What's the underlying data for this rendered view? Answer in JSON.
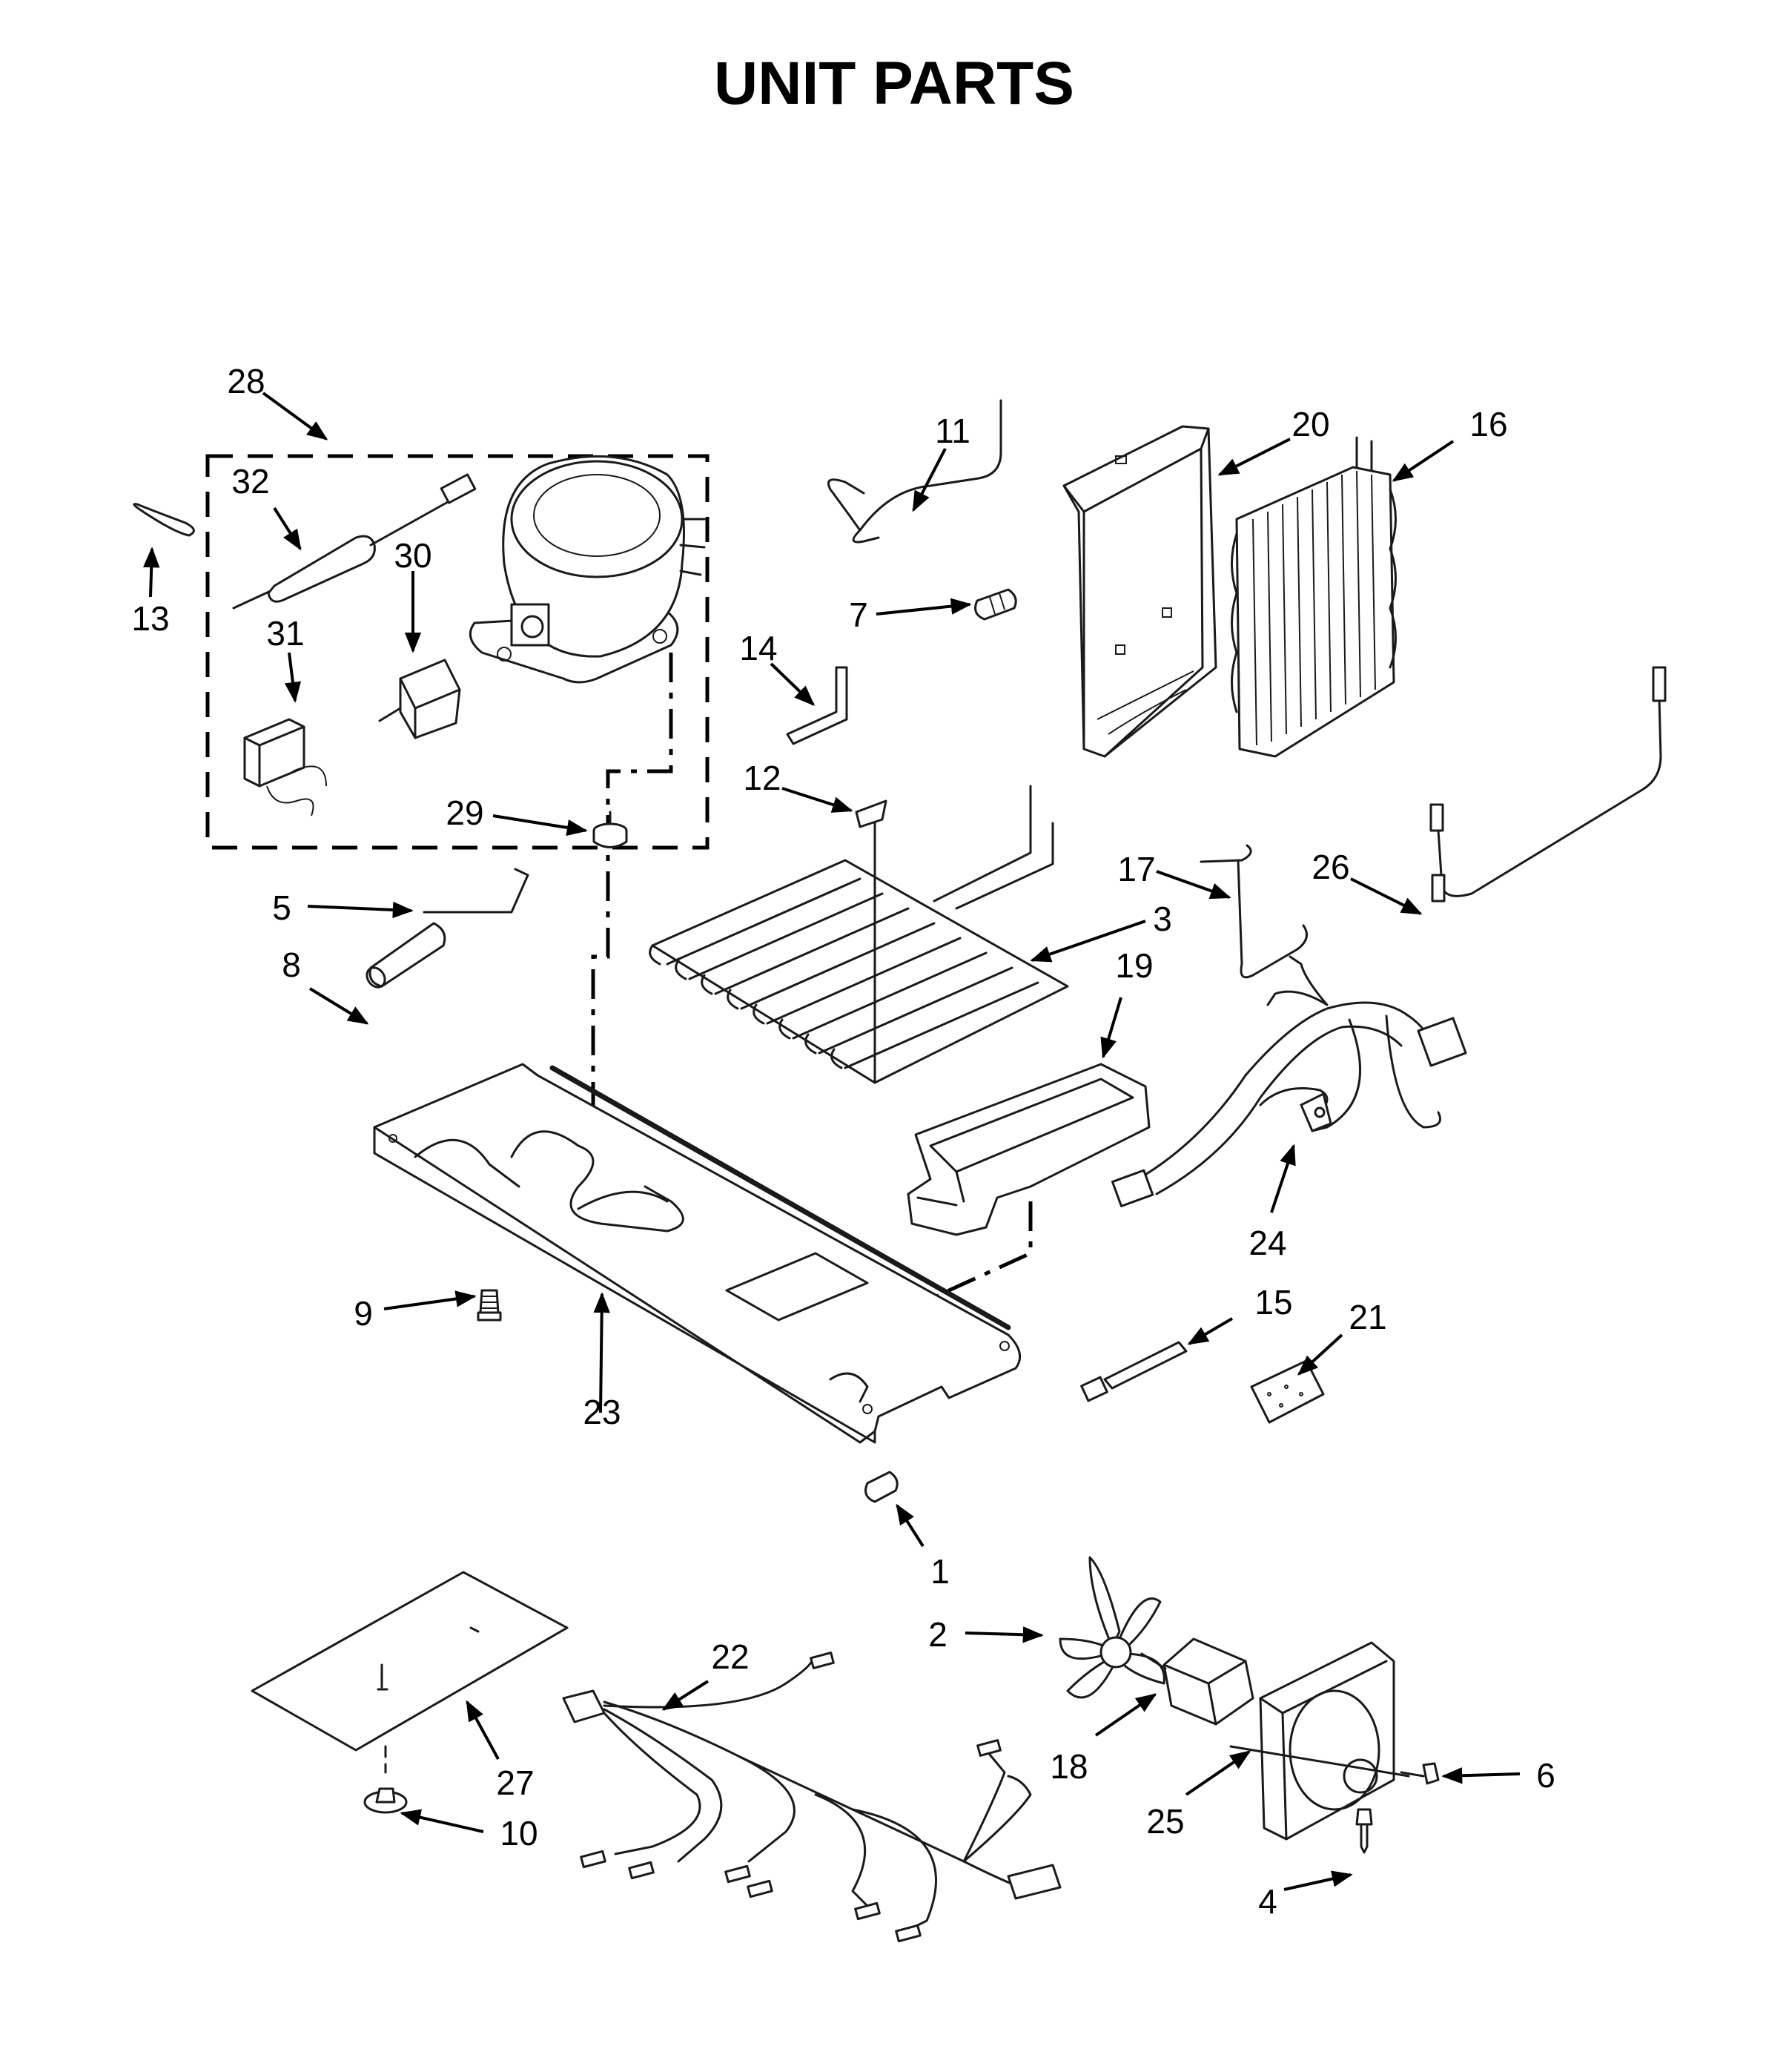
{
  "title": "UNIT PARTS",
  "callouts": [
    "1",
    "2",
    "3",
    "4",
    "5",
    "6",
    "7",
    "8",
    "9",
    "10",
    "11",
    "12",
    "13",
    "14",
    "15",
    "16",
    "17",
    "18",
    "19",
    "20",
    "21",
    "22",
    "23",
    "24",
    "25",
    "26",
    "27",
    "28",
    "29",
    "30",
    "31",
    "32"
  ]
}
